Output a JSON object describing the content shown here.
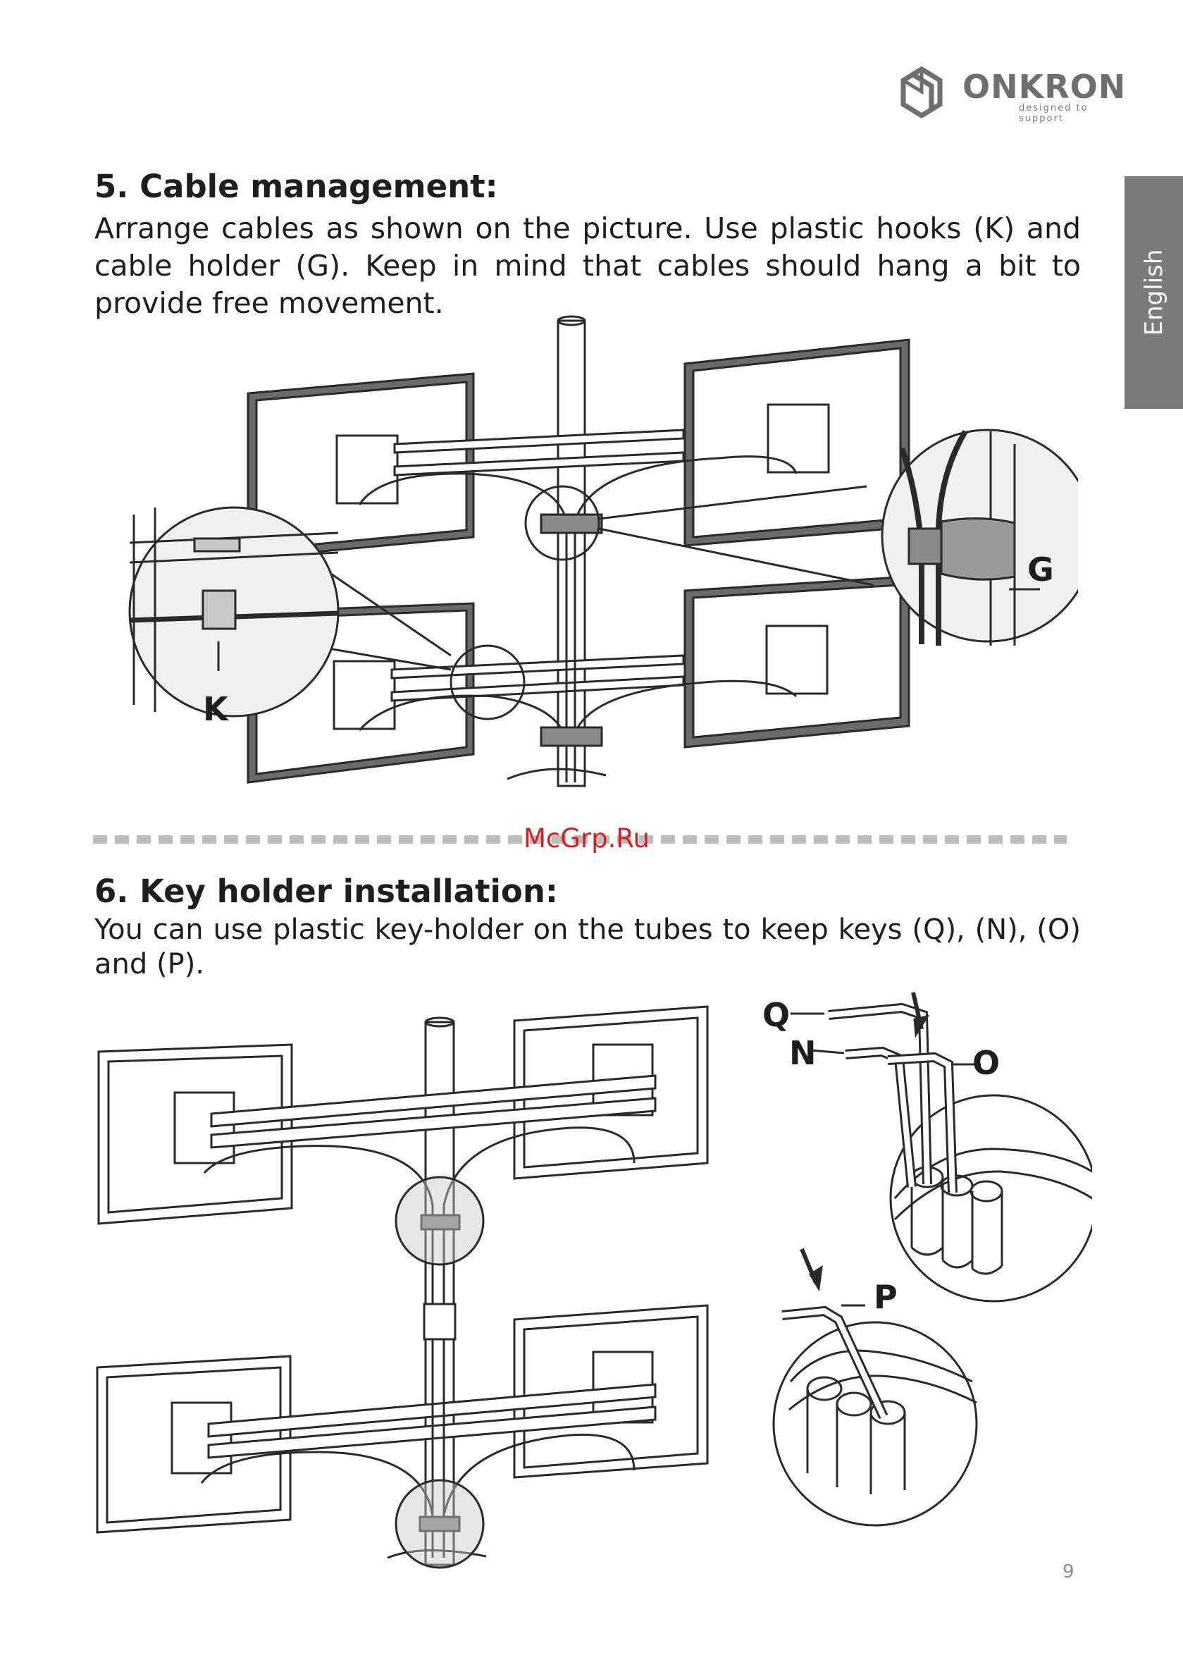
{
  "brand": {
    "name": "ONKRON",
    "tagline": "designed to support"
  },
  "language_tab": "English",
  "section5": {
    "title": "5. Cable management:",
    "text": "Arrange cables as shown on the picture. Use plastic hooks (K) and cable holder (G). Keep in mind that cables should hang a bit to provide free movement.",
    "labels": {
      "hook": "K",
      "holder": "G"
    }
  },
  "watermark": "McGrp.Ru",
  "section6": {
    "title": "6. Key holder installation:",
    "text": "You can use plastic key-holder on the tubes to keep keys (Q), (N), (O) and (P).",
    "labels": {
      "q": "Q",
      "n": "N",
      "o": "O",
      "p": "P"
    }
  },
  "page_number": "9"
}
